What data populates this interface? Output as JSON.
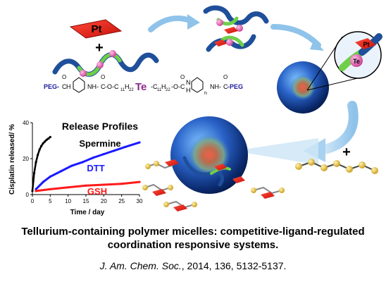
{
  "figure": {
    "pt_label": "Pt",
    "te_label": "Te",
    "plus_sign": "+",
    "formula": {
      "peg_left": "PEG-",
      "c_left": "C",
      "h_left": "H",
      "nh_left": "NH-",
      "c_mid_left": "C",
      "o_chain_left": "-O-C",
      "sub_11_left": "11",
      "h22_left": "H",
      "sub_22_left": "22",
      "te": "Te",
      "c_chain_right": "-C",
      "sub_11_right": "11",
      "h22_right": "H",
      "sub_22_right": "22",
      "o_right": "-O-",
      "c_mid_right": "C",
      "n_right": "N",
      "h_right": "H",
      "n_sub": "n",
      "nh_right": "NH-",
      "c_right": "C",
      "peg_right": "-PEG",
      "o_top": "O"
    }
  },
  "chart_data": {
    "type": "line",
    "title": "Release Profiles",
    "xlabel": "Time / day",
    "ylabel": "Cisplatin released/ %",
    "xlim": [
      0,
      30
    ],
    "ylim": [
      0,
      40
    ],
    "xticks": [
      "0",
      "5",
      "10",
      "15",
      "20",
      "25",
      "30"
    ],
    "yticks": [
      "0",
      "20",
      "40"
    ],
    "series": [
      {
        "name": "Spermine",
        "color": "#000000",
        "x": [
          0,
          0.5,
          1,
          1.5,
          2,
          2.5,
          3,
          3.5,
          4,
          4.5,
          5
        ],
        "y": [
          2,
          12,
          18,
          22,
          25,
          27,
          28.5,
          29.5,
          30.5,
          31.2,
          32
        ]
      },
      {
        "name": "DTT",
        "color": "#1a1aff",
        "x": [
          1,
          3,
          5,
          8,
          11,
          14,
          17,
          20,
          23,
          26,
          30
        ],
        "y": [
          3,
          7,
          10,
          13,
          16,
          18,
          20.5,
          22.5,
          24.5,
          26.5,
          29
        ]
      },
      {
        "name": "GSH",
        "color": "#ff1a1a",
        "x": [
          1,
          5,
          10,
          15,
          20,
          25,
          30
        ],
        "y": [
          2,
          3,
          4,
          5,
          5.5,
          6,
          7
        ]
      }
    ]
  },
  "caption": {
    "line1": "Tellurium-containing polymer micelles: competitive-ligand-regulated",
    "line2": "coordination responsive systems.",
    "journal": "J. Am. Chem. Soc.",
    "citation": ", 2014, 136, 5132-5137."
  }
}
